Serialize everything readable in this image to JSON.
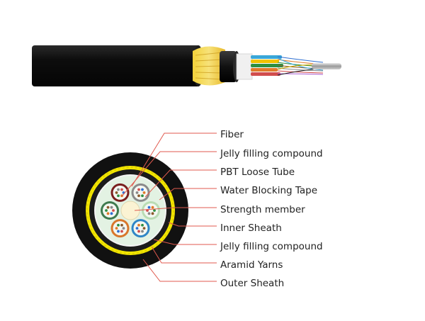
{
  "labels": [
    "Fiber",
    "Jelly filling compound",
    "PBT Loose Tube",
    "Water Blocking Tape",
    "Strength member",
    "Inner Sheath",
    "Jelly filling compound",
    "Aramid Yarns",
    "Outer Sheath"
  ],
  "colors": {
    "leader_line": "#e05a4f",
    "outer_sheath": "#111111",
    "aramid_yarn": "#f2e600",
    "inner_sheath": "#1b1b1b",
    "jelly": "#e3f2e3",
    "strength_member": "#fbf3d3",
    "tubes": [
      "#7a1f1f",
      "#8a8a8a",
      "#b9dcb4",
      "#2f86c6",
      "#d8772c",
      "#3f7b4f"
    ]
  }
}
